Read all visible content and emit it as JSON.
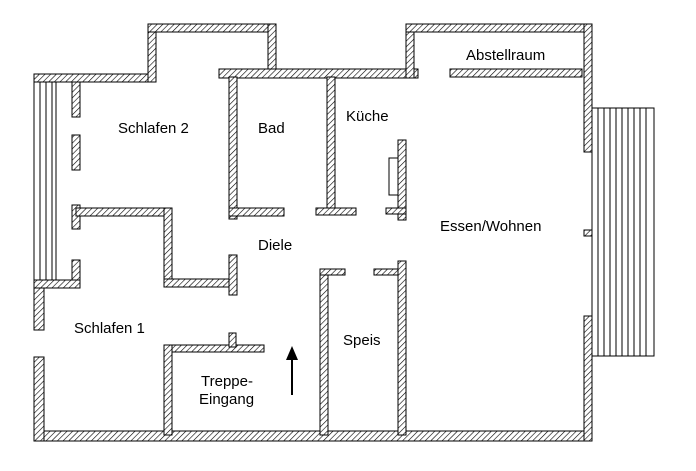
{
  "rooms": {
    "schlafen2": "Schlafen 2",
    "bad": "Bad",
    "kueche": "Küche",
    "abstellraum": "Abstellraum",
    "essen_wohnen": "Essen/Wohnen",
    "diele": "Diele",
    "schlafen1": "Schlafen 1",
    "speis": "Speis",
    "treppe_line1": "Treppe-",
    "treppe_line2": "Eingang"
  },
  "colors": {
    "wall_stroke": "#000000",
    "hatch": "#000000",
    "background": "#ffffff"
  },
  "icons": {
    "entrance_arrow": "up-arrow-icon"
  }
}
